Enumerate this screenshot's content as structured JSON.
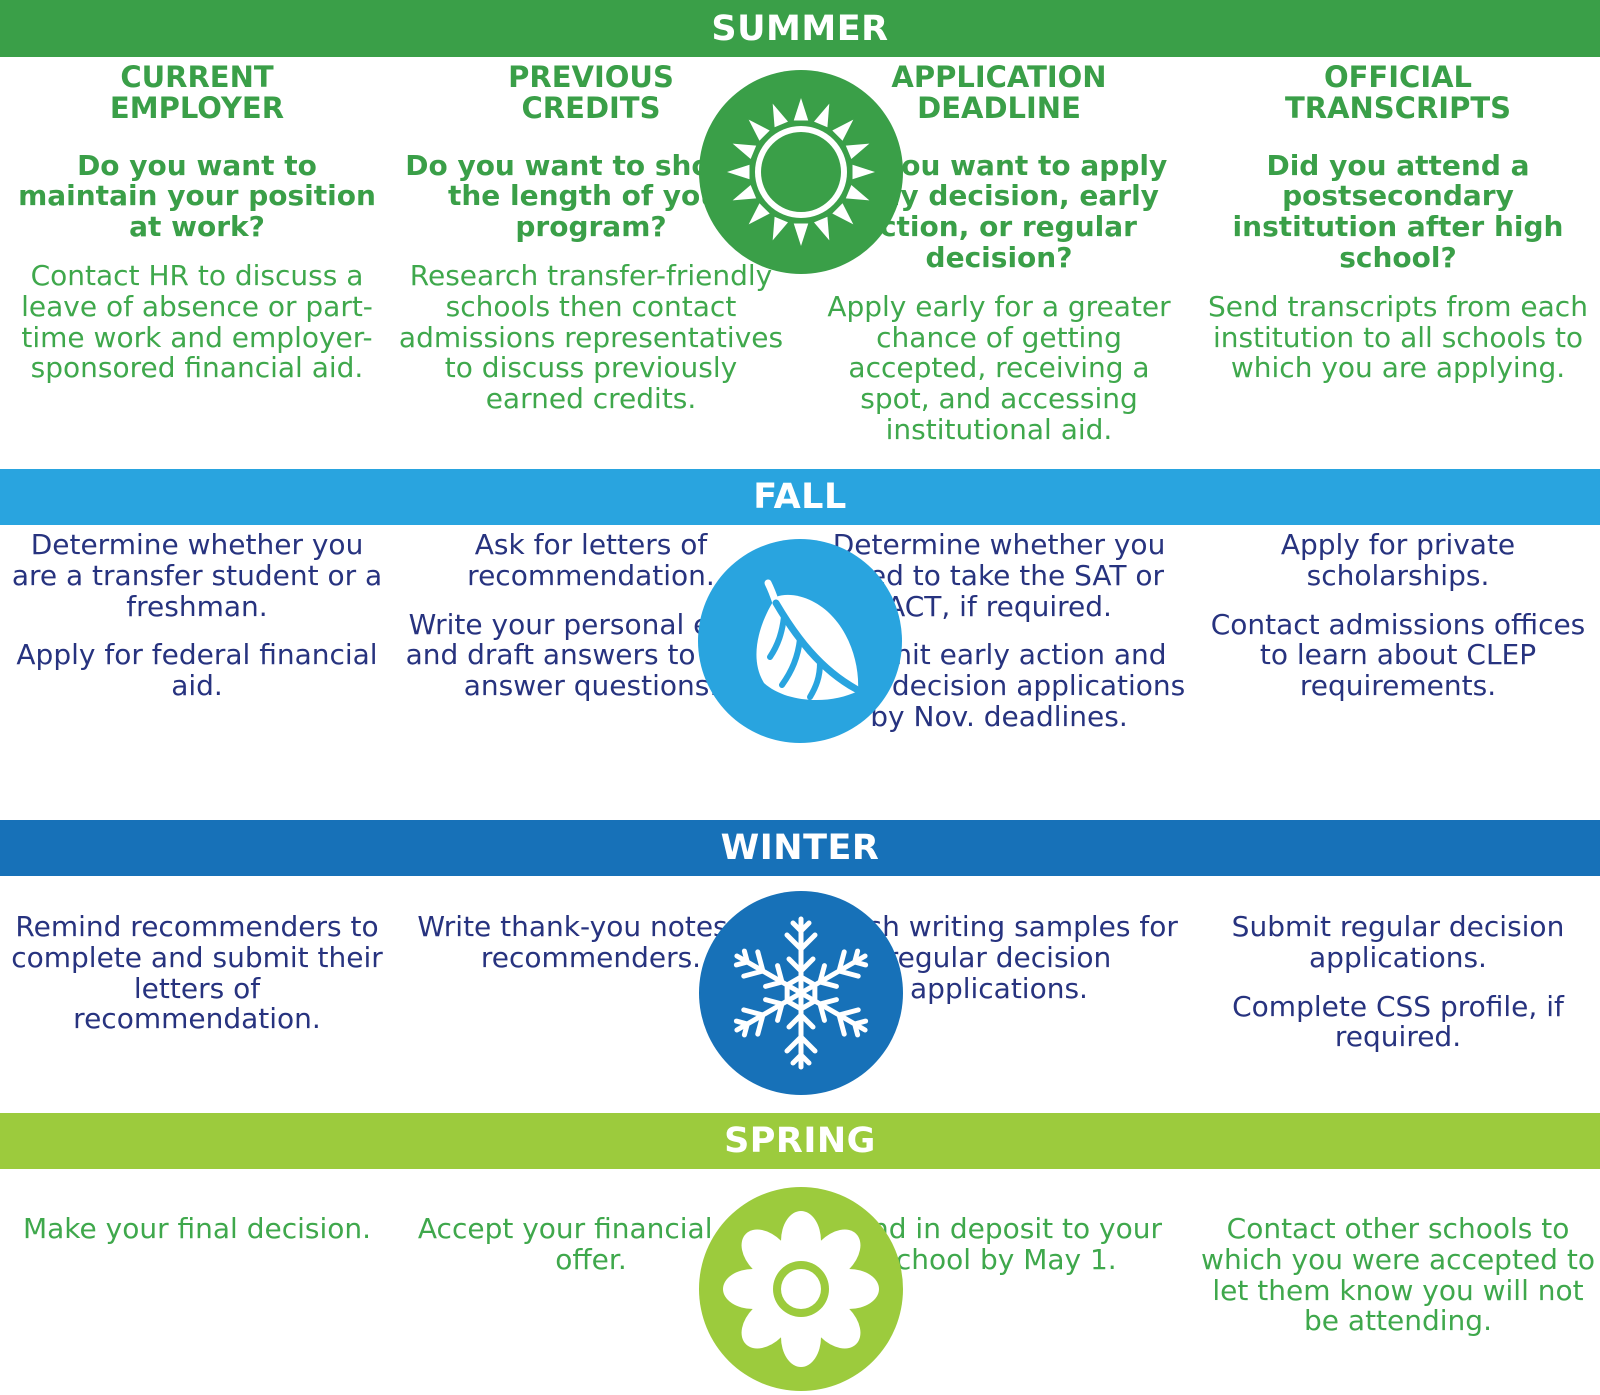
{
  "summer": {
    "title": "SUMMER",
    "columns": [
      {
        "head": "CURRENT\nEMPLOYER",
        "question": "Do you want to maintain your position at work?",
        "answer": "Contact HR to discuss a leave of absence or part-time work and employer-sponsored financial aid."
      },
      {
        "head": "PREVIOUS\nCREDITS",
        "question": "Do you want to shorten the length of your program?",
        "answer": "Research transfer-friendly schools then contact admissions representatives to discuss previously earned credits."
      },
      {
        "head": "APPLICATION\nDEADLINE",
        "question": "Do you want to apply early decision, early action, or regular decision?",
        "answer": "Apply early for a greater chance of getting accepted, receiving a spot, and accessing institutional aid."
      },
      {
        "head": "OFFICIAL\nTRANSCRIPTS",
        "question": "Did you attend a postsecondary institution after high school?",
        "answer": "Send transcripts from each institution to all schools to which you are applying."
      }
    ],
    "icon": "sun-icon",
    "color": "#3a9f48"
  },
  "fall": {
    "title": "FALL",
    "columns": [
      [
        "Determine whether you are a transfer student or a freshman.",
        "Apply for federal financial aid."
      ],
      [
        "Ask for letters of recommendation.",
        "Write your personal essay and draft answers to short answer questions."
      ],
      [
        "Determine whether you need to take the SAT or ACT, if required.",
        "Submit early action and early decision applications by Nov. deadlines."
      ],
      [
        "Apply for private scholarships.",
        "Contact admissions offices to learn about CLEP requirements."
      ]
    ],
    "icon": "leaf-icon",
    "color": "#29a4df"
  },
  "winter": {
    "title": "WINTER",
    "columns": [
      [
        "Remind recommenders to complete and submit their letters of recommendation."
      ],
      [
        "Write thank-you notes to recommenders."
      ],
      [
        "Finish writing samples for regular decision applications."
      ],
      [
        "Submit regular decision applications.",
        "Complete CSS profile, if required."
      ]
    ],
    "icon": "snowflake-icon",
    "color": "#1771b8"
  },
  "spring": {
    "title": "SPRING",
    "columns": [
      [
        "Make your final decision."
      ],
      [
        "Accept your financial aid offer."
      ],
      [
        "Send in deposit to your school by May 1."
      ],
      [
        "Contact other schools to which you were accepted to let them know you will not be attending."
      ]
    ],
    "icon": "flower-icon",
    "color": "#9ccb3d"
  }
}
